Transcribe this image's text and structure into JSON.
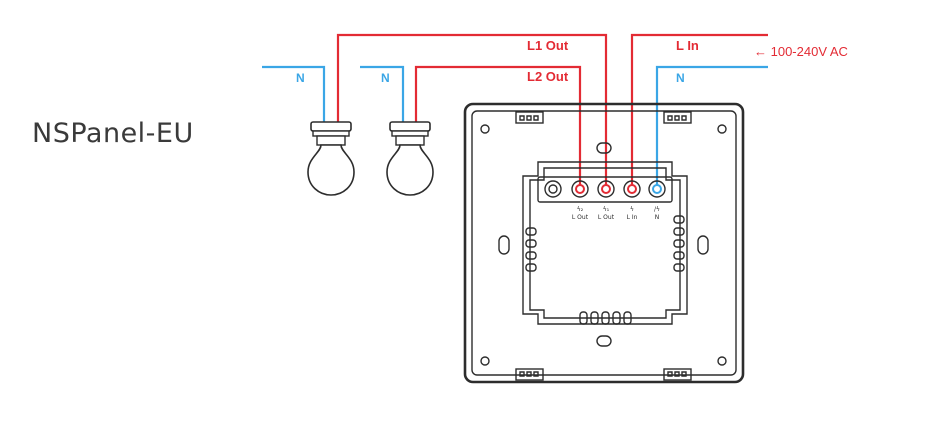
{
  "product": {
    "title": "NSPanel-EU"
  },
  "wires": {
    "l1_out": "L1 Out",
    "l2_out": "L2 Out",
    "l_in": "L In",
    "n_left_1": "N",
    "n_left_2": "N",
    "n_right": "N",
    "supply": "← 100-240V AC"
  },
  "terminals": [
    {
      "symbol": "ϟ₂",
      "label": "L Out"
    },
    {
      "symbol": "ϟ₁",
      "label": "L Out"
    },
    {
      "symbol": "ϟ",
      "label": "L In"
    },
    {
      "symbol": "/ϟ",
      "label": "N"
    }
  ],
  "colors": {
    "live": "#e32b34",
    "neutral": "#3aa6e6",
    "device": "#2d2d2d"
  }
}
